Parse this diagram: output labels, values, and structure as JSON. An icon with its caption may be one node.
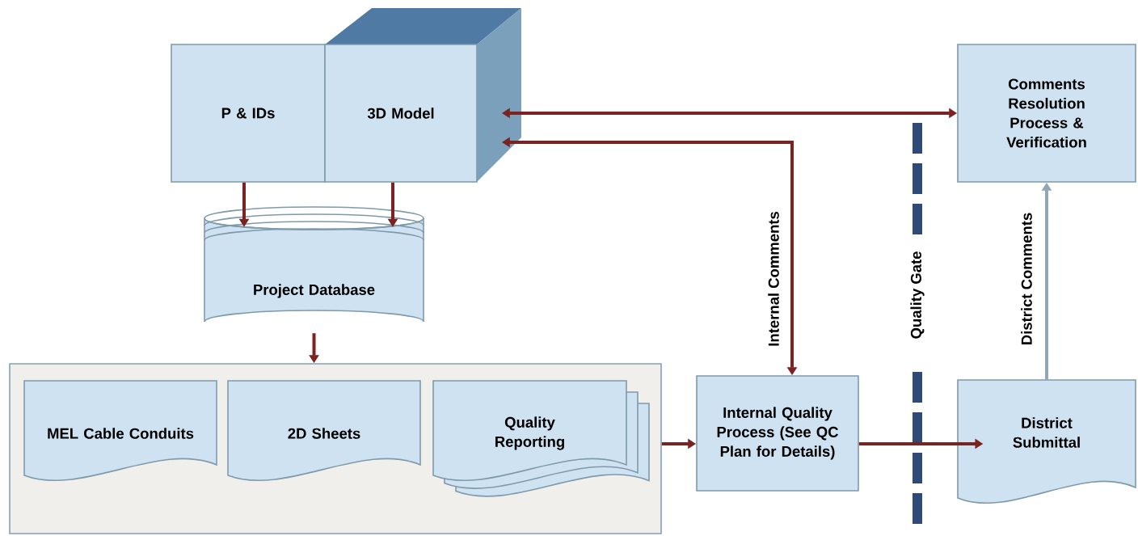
{
  "diagram": {
    "nodes": [
      {
        "text": [
          "P & IDs"
        ]
      },
      {
        "text": [
          "3D Model"
        ]
      },
      {
        "text": [
          "Project Database"
        ]
      },
      {
        "text": [],
        "shape": "box"
      },
      {
        "text": [
          "MEL Cable Conduits"
        ],
        "in": 3
      },
      {
        "text": [
          "2D Sheets"
        ],
        "in": 3
      },
      {
        "text": [
          "Quality Reporting"
        ],
        "in": 3
      },
      {
        "text": [
          "Internal Quality Process (See QC Plan for Details)"
        ]
      },
      {
        "text": [
          "Comments Resolution Process & Verification"
        ]
      },
      {
        "text": [
          "District Submittal"
        ]
      }
    ],
    "edges": [
      {
        "from": 0,
        "to": 2,
        "arrow": "to"
      },
      {
        "from": 1,
        "to": 2,
        "arrow": "to"
      },
      {
        "from": 2,
        "to": 3,
        "arrow": "to"
      },
      {
        "from": 3,
        "to": 7,
        "arrow": "to"
      },
      {
        "from": 1,
        "to": 8,
        "arrow": "both"
      },
      {
        "from": 7,
        "to": 1,
        "arrow": "both",
        "label": "Internal Comments"
      },
      {
        "from": 7,
        "to": 9,
        "arrow": "to"
      },
      {
        "from": 9,
        "to": 8,
        "arrow": "to",
        "label": "District Comments",
        "color": "#8fa6b4"
      }
    ],
    "labels": [
      "Quality Gate"
    ]
  }
}
